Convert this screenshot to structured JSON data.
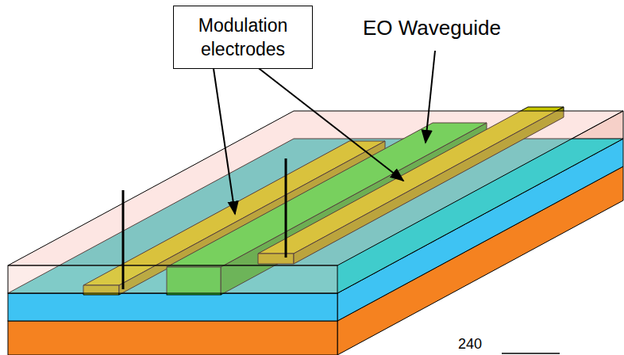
{
  "diagram": {
    "nodes": [
      {
        "text": [
          "Modulation electrodes"
        ]
      }
    ],
    "labels": [
      "EO Waveguide",
      "240"
    ]
  }
}
